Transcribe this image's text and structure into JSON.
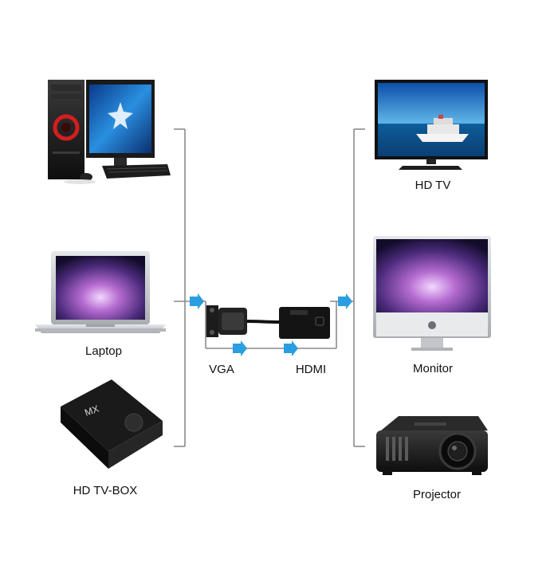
{
  "sources": {
    "pc": "PC",
    "laptop": "Laptop",
    "tvbox": "HD TV-BOX"
  },
  "targets": {
    "hdtv": "HD TV",
    "monitor": "Monitor",
    "projector": "Projector"
  },
  "adapter": {
    "input_label": "VGA",
    "output_label": "HDMI"
  },
  "colors": {
    "line": "#8a8a8a",
    "arrow": "#2a9ee0",
    "device_dark": "#151515",
    "screen_blue": "#1e7fd0",
    "screen_purple": "#7a3e9a",
    "silver": "#c9ccd0"
  }
}
